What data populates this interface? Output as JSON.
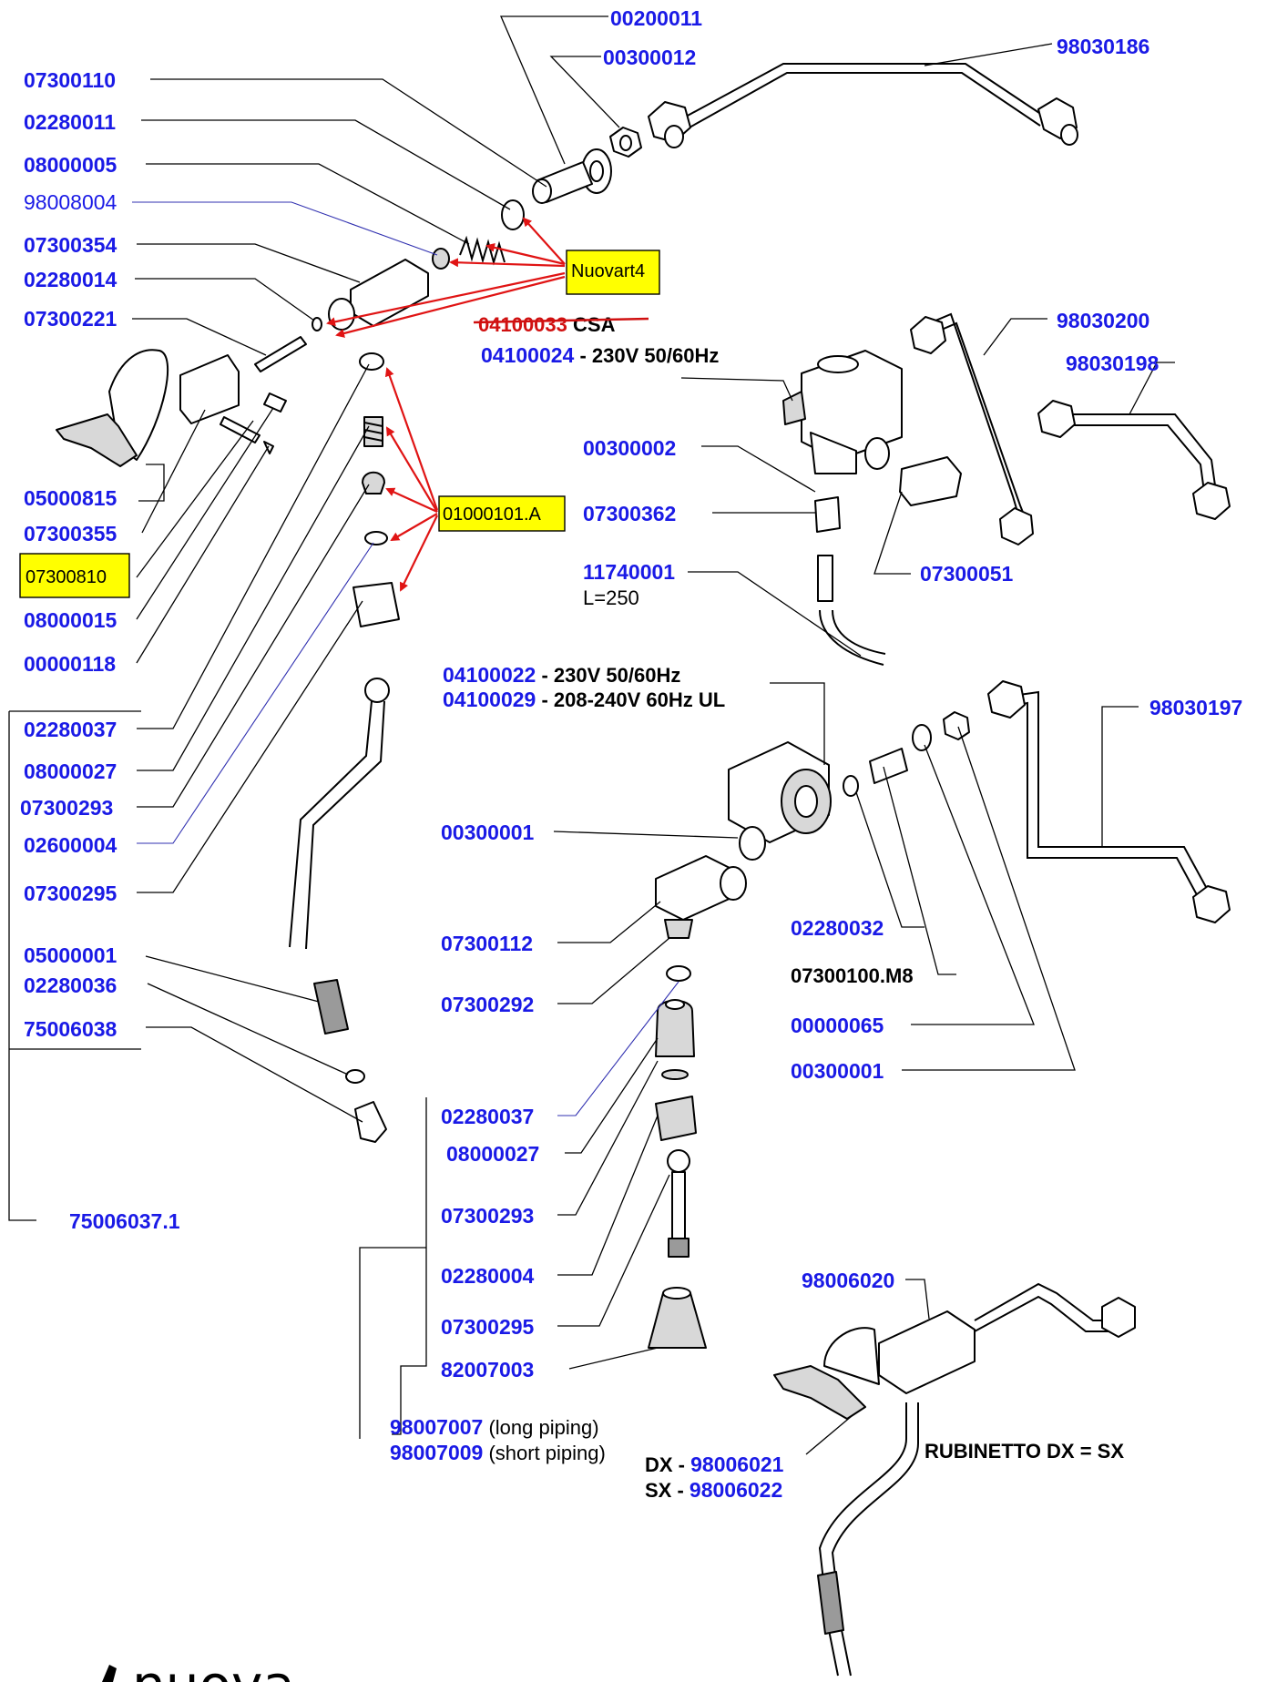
{
  "labels": {
    "p00200011": "00200011",
    "p00300012": "00300012",
    "p98030186": "98030186",
    "p07300110": "07300110",
    "p02280011": "02280011",
    "p08000005": "08000005",
    "p98008004": "98008004",
    "p07300354": "07300354",
    "p02280014": "02280014",
    "p07300221": "07300221",
    "p05000815": "05000815",
    "p07300355": "07300355",
    "p07300810": "07300810",
    "p08000015": "08000015",
    "p00000118": "00000118",
    "p02280037a": "02280037",
    "p08000027a": "08000027",
    "p07300293a": "07300293",
    "p02600004": "02600004",
    "p07300295a": "07300295",
    "p05000001": "05000001",
    "p02280036": "02280036",
    "p75006038": "75006038",
    "p75006037": "75006037.1",
    "p98030200": "98030200",
    "p98030198": "98030198",
    "p04100033": "04100033",
    "p04100033_suffix": " CSA",
    "p04100024": "04100024",
    "p04100024_suffix": " - 230V 50/60Hz",
    "p00300002": "00300002",
    "p07300362": "07300362",
    "p07300051": "07300051",
    "p11740001": "11740001",
    "p11740001_len": "L=250",
    "p04100022": "04100022",
    "p04100022_suffix": " - 230V 50/60Hz",
    "p04100029": "04100029",
    "p04100029_suffix": " - 208-240V 60Hz UL",
    "p98030197": "98030197",
    "p00300001a": "00300001",
    "p07300112": "07300112",
    "p07300292": "07300292",
    "p02280032": "02280032",
    "p07300100": "07300100.M8",
    "p00000065": "00000065",
    "p00300001b": "00300001",
    "p02280037b": "02280037",
    "p08000027b": "08000027",
    "p07300293b": "07300293",
    "p02280004": "02280004",
    "p07300295b": "07300295",
    "p82007003": "82007003",
    "p98007007": "98007007",
    "p98007007_note": " (long piping)",
    "p98007009": "98007009",
    "p98007009_note": " (short piping)",
    "p98006020": "98006020",
    "dx_prefix": "DX - ",
    "p98006021": "98006021",
    "sx_prefix": "SX - ",
    "p98006022": "98006022",
    "rubinetto": "RUBINETTO DX = SX"
  },
  "callouts": {
    "nuovart4": "Nuovart4",
    "kit": "01000101.A"
  },
  "logo": {
    "text": "nuova"
  },
  "colors": {
    "part_number": "#1a1ae6",
    "note_text": "#000000",
    "callout_fill": "#ffff00",
    "arrow": "#e01414",
    "struck_out": "#d01010"
  }
}
